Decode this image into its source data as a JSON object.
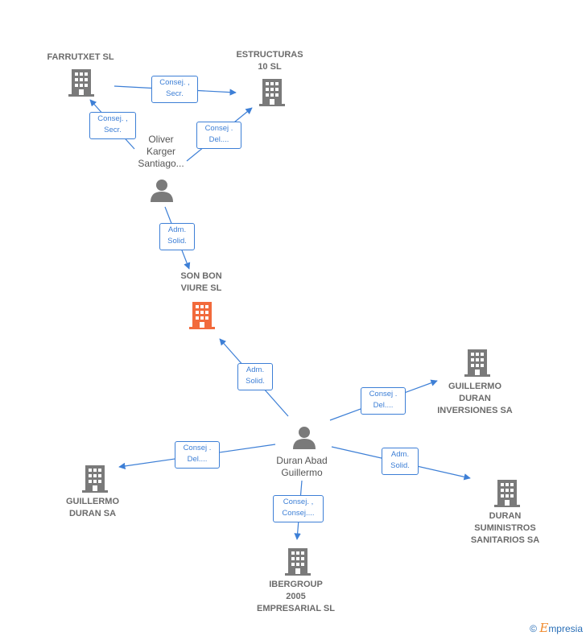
{
  "colors": {
    "edge": "#3d7fd6",
    "company": "#7a7a7a",
    "focus": "#f26a3c",
    "person": "#7a7a7a"
  },
  "nodes": {
    "farrutxet": {
      "label": "FARRUTXET SL",
      "icon": "building-icon"
    },
    "estructuras": {
      "label": "ESTRUCTURAS\n10 SL",
      "icon": "building-icon"
    },
    "oliver": {
      "label": "Oliver\nKarger\nSantiago...",
      "icon": "person-icon"
    },
    "sonbon": {
      "label": "SON BON\nVIURE  SL",
      "icon": "building-icon-highlighted"
    },
    "guillermo_inv": {
      "label": "GUILLERMO\nDURAN\nINVERSIONES SA",
      "icon": "building-icon"
    },
    "duran_abad": {
      "label": "Duran Abad\nGuillermo",
      "icon": "person-icon"
    },
    "guillermo_sa": {
      "label": "GUILLERMO\nDURAN SA",
      "icon": "building-icon"
    },
    "duran_sum": {
      "label": "DURAN\nSUMINISTROS\nSANITARIOS SA",
      "icon": "building-icon"
    },
    "ibergroup": {
      "label": "IBERGROUP\n2005\nEMPRESARIAL SL",
      "icon": "building-icon"
    }
  },
  "edges": {
    "farrutxet_estructuras": "Consej. ,\nSecr.",
    "oliver_farrutxet": "Consej. ,\nSecr.",
    "oliver_estructuras": "Consej .\nDel....",
    "oliver_sonbon": "Adm.\nSolid.",
    "duran_sonbon": "Adm.\nSolid.",
    "duran_guillermo_inv": "Consej .\nDel....",
    "duran_guillermo_sa": "Consej .\nDel....",
    "duran_duran_sum": "Adm.\nSolid.",
    "duran_ibergroup": "Consej. ,\nConsej...."
  },
  "footer": {
    "copyright": "©",
    "brand_initial": "E",
    "brand_rest": "mpresia"
  }
}
